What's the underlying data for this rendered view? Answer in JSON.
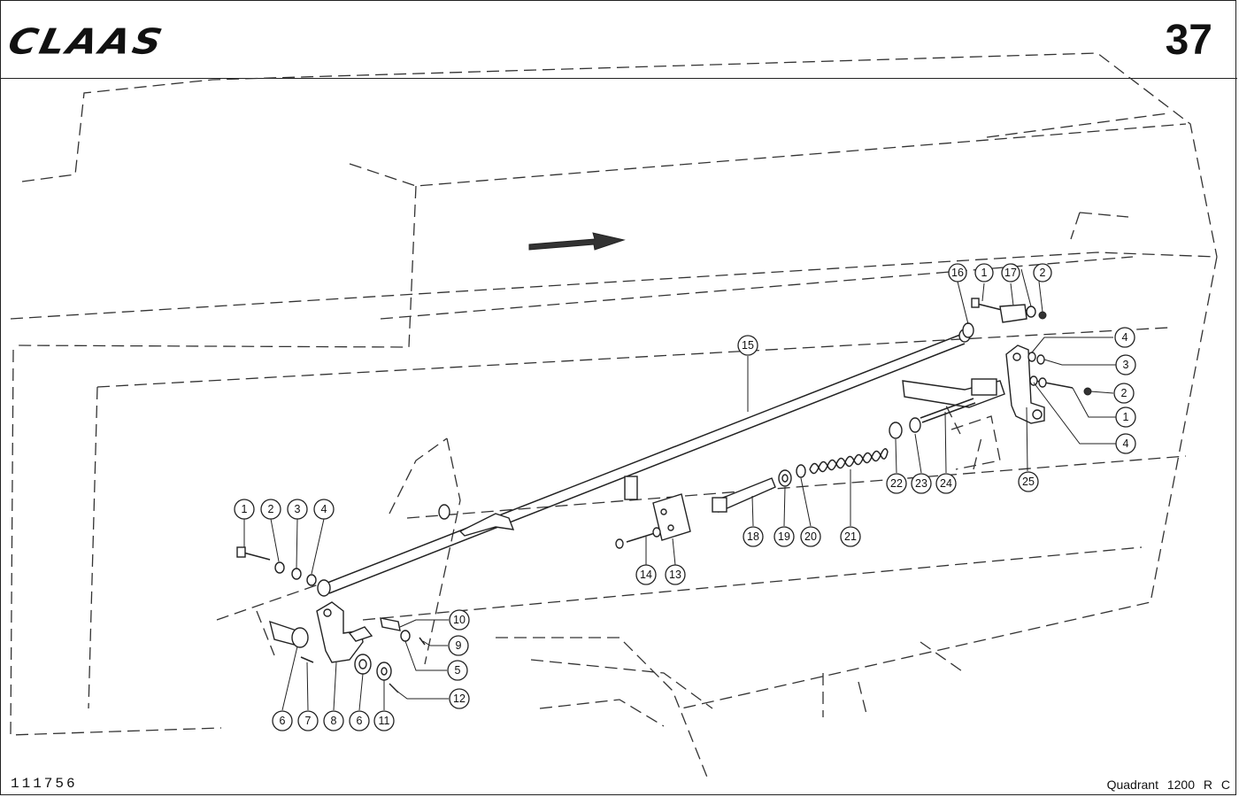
{
  "header": {
    "brand": "CLAAS",
    "page_number": "37"
  },
  "footer": {
    "drawing_number": "111756",
    "model": "Quadrant 1200 R C"
  },
  "callouts": [
    {
      "label": "16"
    },
    {
      "label": "1"
    },
    {
      "label": "17"
    },
    {
      "label": "2"
    },
    {
      "label": "15"
    },
    {
      "label": "4"
    },
    {
      "label": "3"
    },
    {
      "label": "2"
    },
    {
      "label": "1"
    },
    {
      "label": "4"
    },
    {
      "label": "25"
    },
    {
      "label": "24"
    },
    {
      "label": "23"
    },
    {
      "label": "22"
    },
    {
      "label": "21"
    },
    {
      "label": "20"
    },
    {
      "label": "19"
    },
    {
      "label": "18"
    },
    {
      "label": "14"
    },
    {
      "label": "13"
    },
    {
      "label": "1"
    },
    {
      "label": "2"
    },
    {
      "label": "3"
    },
    {
      "label": "4"
    },
    {
      "label": "10"
    },
    {
      "label": "9"
    },
    {
      "label": "5"
    },
    {
      "label": "12"
    },
    {
      "label": "6"
    },
    {
      "label": "7"
    },
    {
      "label": "8"
    },
    {
      "label": "6"
    },
    {
      "label": "11"
    }
  ]
}
